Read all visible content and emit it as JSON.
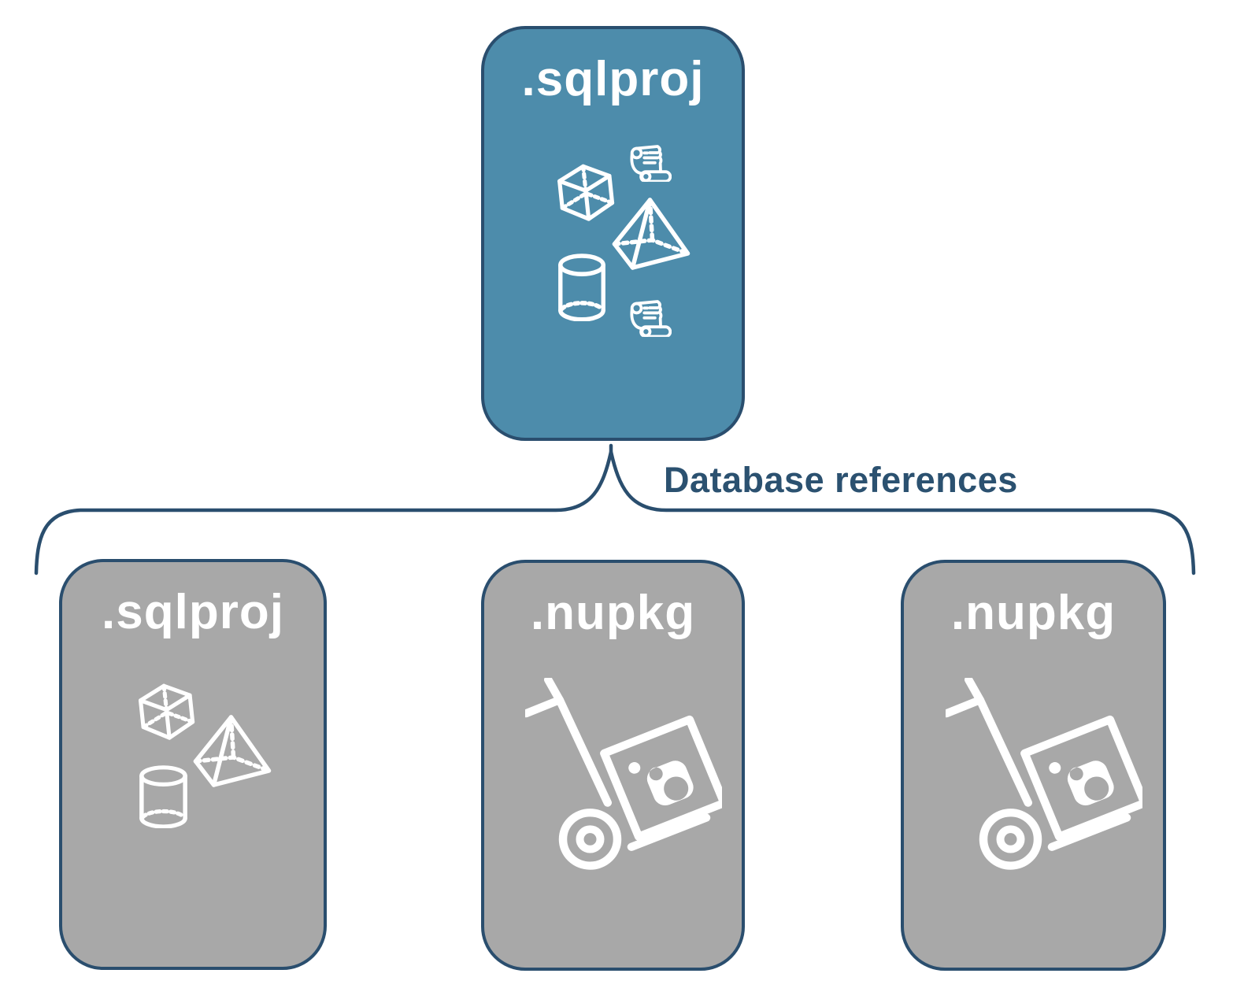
{
  "diagram": {
    "connector_label": "Database references",
    "colors": {
      "teal": "#4D8CAB",
      "gray": "#A8A8A8",
      "navy": "#2A4E6E",
      "label_text": "#2B5170",
      "icon_white": "#FFFFFF"
    },
    "top_box": {
      "title": ".sqlproj",
      "icons": [
        "script-scroll-icon",
        "cube-icon",
        "pyramid-icon",
        "cylinder-icon",
        "script-scroll-icon"
      ]
    },
    "bottom_boxes": [
      {
        "title": ".sqlproj",
        "icons": [
          "cube-icon",
          "pyramid-icon",
          "cylinder-icon"
        ]
      },
      {
        "title": ".nupkg",
        "icons": [
          "nuget-hand-truck-icon"
        ]
      },
      {
        "title": ".nupkg",
        "icons": [
          "nuget-hand-truck-icon"
        ]
      }
    ]
  }
}
